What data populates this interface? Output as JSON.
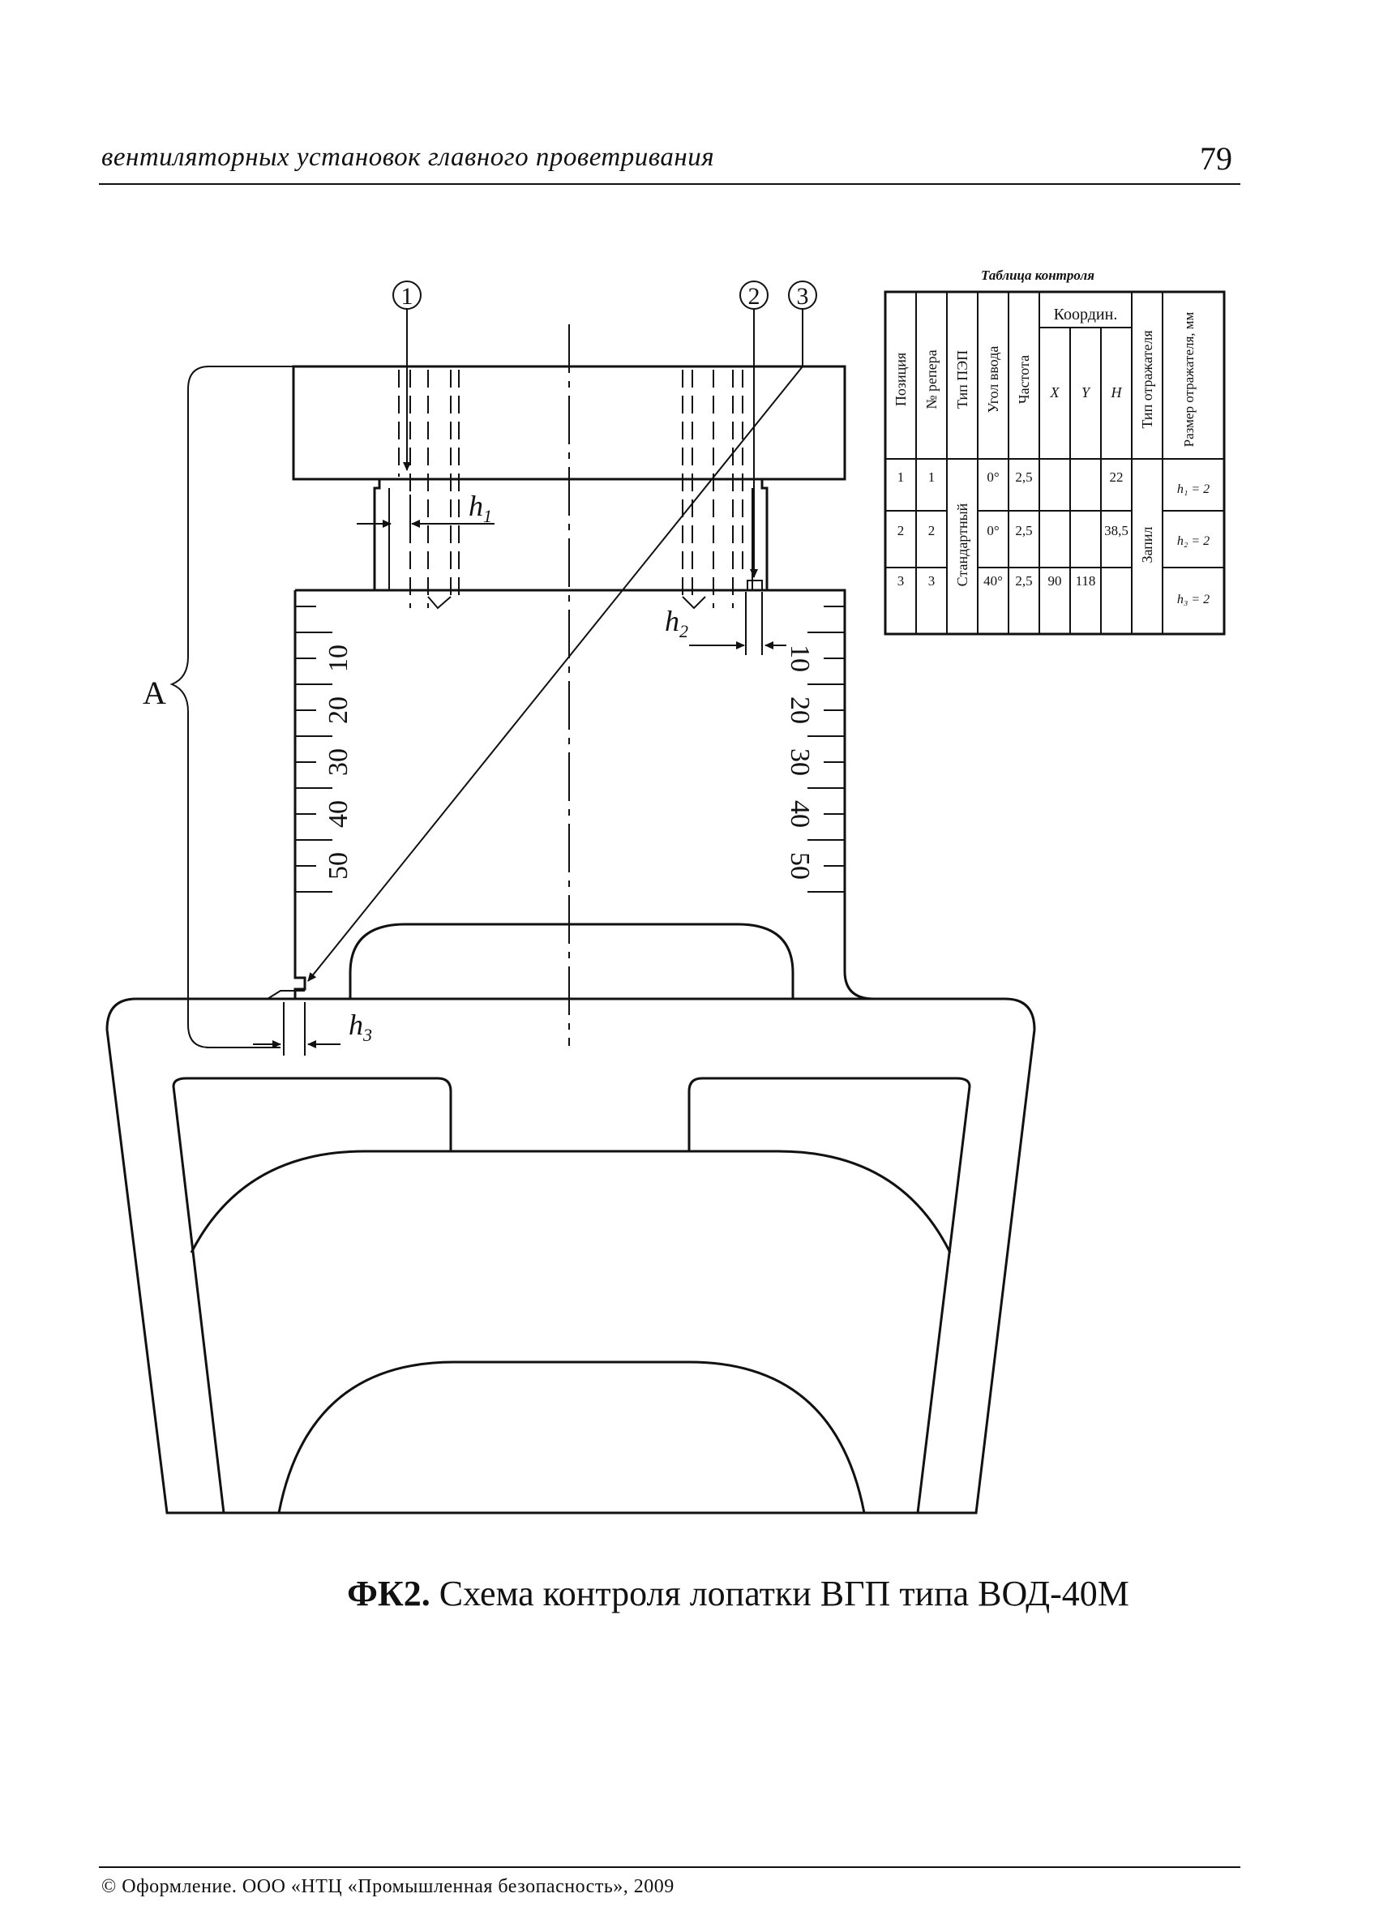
{
  "header": {
    "title": "вентиляторных установок главного проветривания",
    "page_number": "79"
  },
  "figure": {
    "label_A": "A",
    "markers": [
      "1",
      "2",
      "3"
    ],
    "h_labels": [
      "h",
      "h",
      "h"
    ],
    "h_subscripts": [
      "1",
      "2",
      "3"
    ],
    "scale_left": [
      "10",
      "20",
      "30",
      "40",
      "50"
    ],
    "scale_right": [
      "10",
      "20",
      "30",
      "40",
      "50"
    ]
  },
  "control_table": {
    "title": "Таблица контроля",
    "headers": {
      "position": "Позиция",
      "marker_no": "№ репера",
      "transducer_type": "Тип ПЭП",
      "entry_angle": "Угол ввода",
      "frequency": "Частота",
      "coords": "Координ.",
      "x": "X",
      "y": "Y",
      "h": "H",
      "reflector_type": "Тип отражателя",
      "reflector_size": "Размер отражателя, мм"
    },
    "transducer_type_value": "Стандартный",
    "reflector_type_value": "Запил",
    "rows": [
      {
        "position": "1",
        "marker": "1",
        "angle": "0°",
        "freq": "2,5",
        "x": "",
        "y": "",
        "h": "22",
        "size": "h₁ = 2"
      },
      {
        "position": "2",
        "marker": "2",
        "angle": "0°",
        "freq": "2,5",
        "x": "",
        "y": "",
        "h": "38,5",
        "size": "h₂ = 2"
      },
      {
        "position": "3",
        "marker": "3",
        "angle": "40°",
        "freq": "2,5",
        "x": "90",
        "y": "118",
        "h": "",
        "size": "h₃ = 2"
      }
    ]
  },
  "caption": {
    "label": "ФК2.",
    "text": " Схема контроля лопатки ВГП типа ВОД-40М"
  },
  "footer": {
    "text": "© Оформление. ООО «НТЦ «Промышленная безопасность», 2009"
  }
}
